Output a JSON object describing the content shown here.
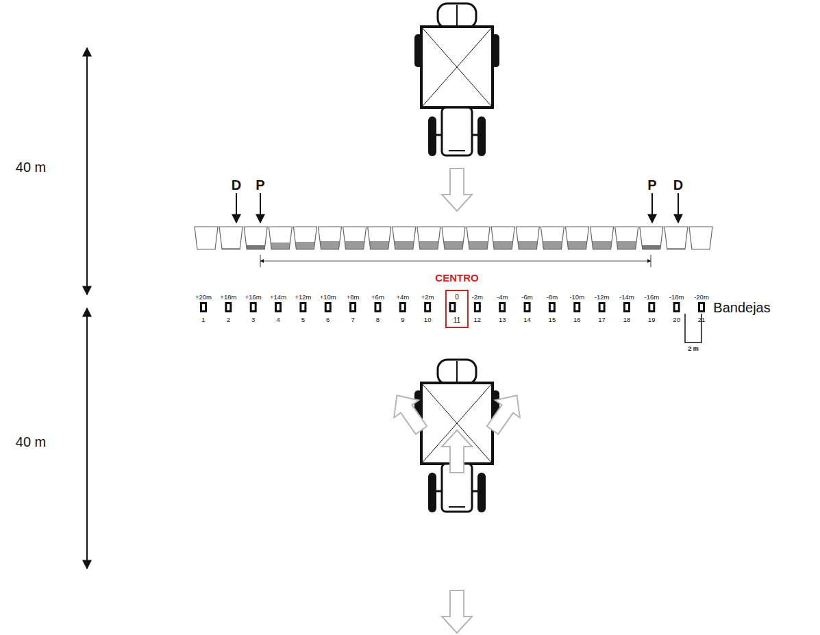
{
  "diagram": {
    "nodes": [
      {
        "text": [
          "0",
          "11"
        ]
      }
    ],
    "labels": [
      "40 m",
      "40 m",
      "D",
      "P",
      "P",
      "D",
      "CENTRO",
      "+20m",
      "+18m",
      "+16m",
      "+14m",
      "+12m",
      "+10m",
      "+8m",
      "+6m",
      "+4m",
      "+2m",
      "-2m",
      "-4m",
      "-6m",
      "-8m",
      "-10m",
      "-12m",
      "-14m",
      "-16m",
      "-18m",
      "-20m",
      "1",
      "2",
      "3",
      "4",
      "5",
      "6",
      "7",
      "8",
      "9",
      "10",
      "12",
      "13",
      "14",
      "15",
      "16",
      "17",
      "18",
      "19",
      "20",
      "21",
      "Bandejas",
      "2 m"
    ]
  }
}
